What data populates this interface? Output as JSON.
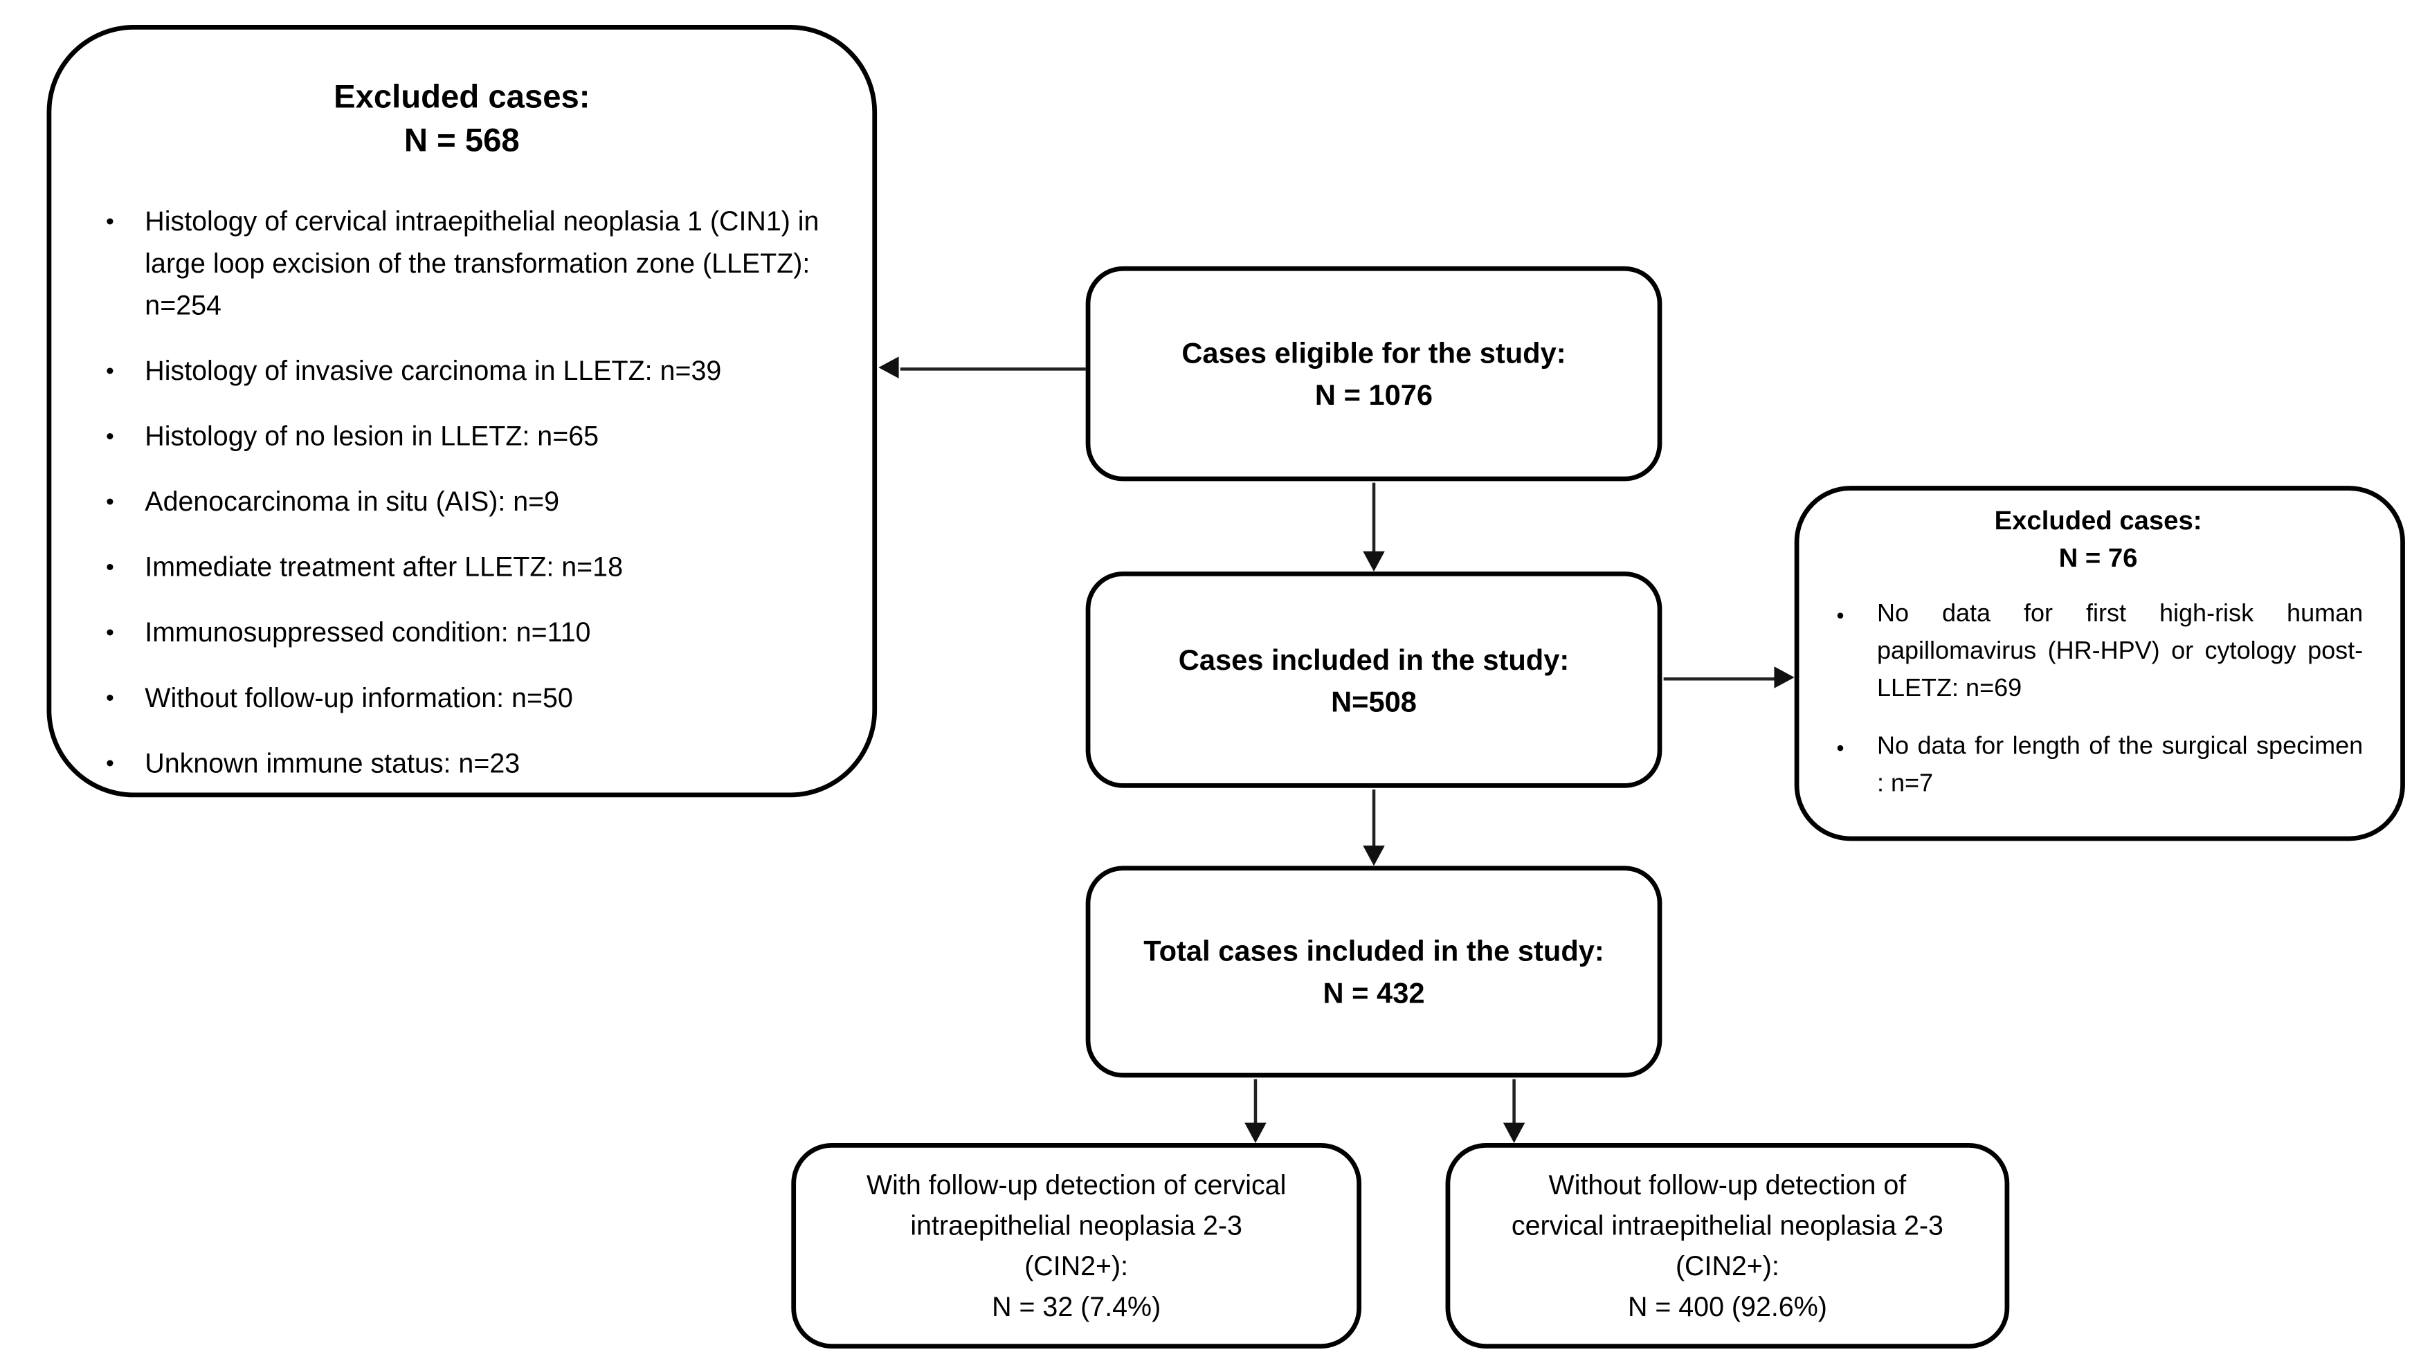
{
  "colors": {
    "background": "#ffffff",
    "box_border": "#000000",
    "text": "#000000",
    "connector": "#222222"
  },
  "bullet_char": "•",
  "diagram": {
    "left_excluded": {
      "title": "Excluded cases:",
      "count": "N = 568",
      "bullets": [
        "Histology of cervical intraepithelial neoplasia 1 (CIN1) in large loop excision of the transformation zone (LLETZ): n=254",
        "Histology of invasive carcinoma in LLETZ: n=39",
        "Histology of no lesion in LLETZ: n=65",
        "Adenocarcinoma in situ (AIS): n=9",
        "Immediate treatment after LLETZ: n=18",
        "Immunosuppressed condition: n=110",
        "Without follow-up information: n=50",
        "Unknown immune status: n=23"
      ]
    },
    "eligible": {
      "title": "Cases eligible for the study:",
      "count": "N = 1076"
    },
    "included": {
      "title": "Cases included in the study:",
      "count": "N=508"
    },
    "right_excluded": {
      "title": "Excluded cases:",
      "count": "N = 76",
      "bullets": [
        "No data for first high-risk human papillomavirus (HR-HPV) or cytology post-LLETZ: n=69",
        "No data for length of the surgical specimen : n=7"
      ]
    },
    "total": {
      "title": "Total cases included in the study:",
      "count": "N = 432"
    },
    "with_cin2": {
      "lines": [
        "With follow-up detection of cervical",
        "intraepithelial neoplasia 2-3",
        "(CIN2+):",
        "N = 32 (7.4%)"
      ]
    },
    "without_cin2": {
      "lines": [
        "Without follow-up detection of",
        "cervical intraepithelial neoplasia 2-3",
        "(CIN2+):",
        "N = 400 (92.6%)"
      ]
    }
  }
}
